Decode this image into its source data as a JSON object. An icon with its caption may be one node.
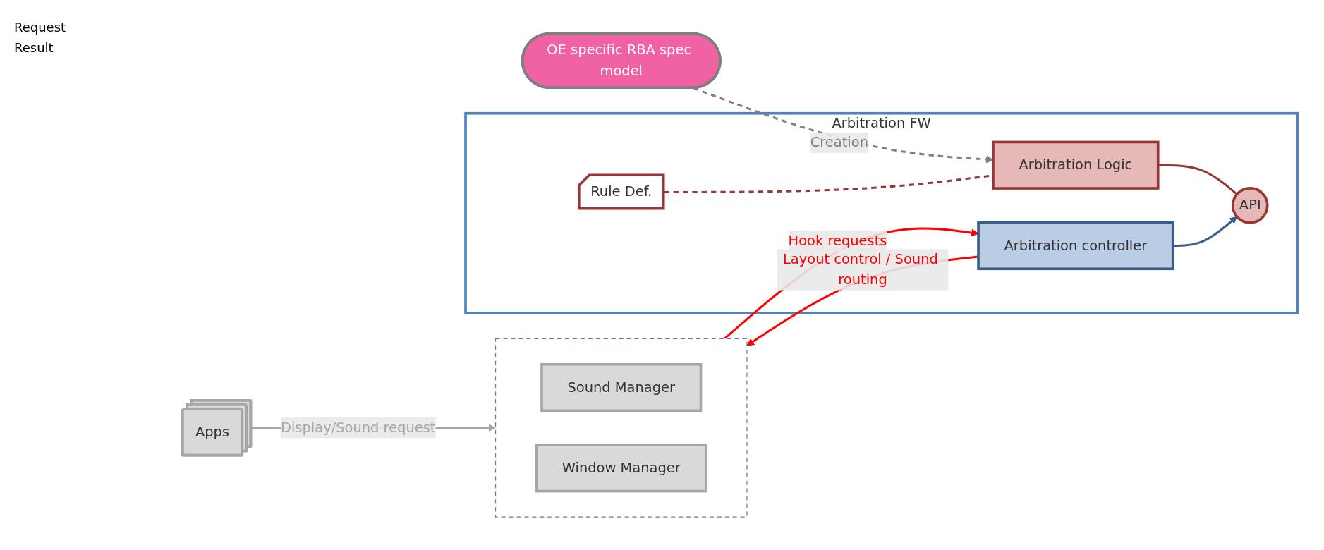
{
  "diagram": {
    "nodes": [
      {
        "text": [
          "OE specific RBA spec model"
        ]
      },
      {
        "text": [
          "Arbitration FW"
        ]
      },
      {
        "text": [
          "Rule Def."
        ],
        "in": 1
      },
      {
        "text": [
          "Arbitration Logic"
        ],
        "in": 1
      },
      {
        "text": [
          "API"
        ],
        "in": 1
      },
      {
        "text": [
          "Arbitration controller"
        ],
        "in": 1
      },
      {
        "text": [
          "Apps"
        ]
      },
      {
        "text": [],
        "shape": "box"
      },
      {
        "text": [
          "Sound Manager"
        ],
        "in": 7
      },
      {
        "text": [
          "Window Manager"
        ],
        "in": 7
      }
    ],
    "edges": [
      {
        "from": 0,
        "to": 3,
        "arrow": "to",
        "label": "Creation",
        "style": "dashed",
        "color": "#7f7f7f"
      },
      {
        "from": 2,
        "to": 3,
        "arrow": "none",
        "style": "dashed",
        "color": "#953735"
      },
      {
        "from": 3,
        "to": 4,
        "arrow": "none",
        "color": "#953735"
      },
      {
        "from": 5,
        "to": 4,
        "arrow": "to",
        "color": "#3a5f8f"
      },
      {
        "from": 7,
        "to": 5,
        "arrow": "to",
        "label": "Hook requests",
        "color": "#ff0000"
      },
      {
        "from": 5,
        "to": 7,
        "arrow": "to",
        "label": "Layout control / Sound routing",
        "color": "#ff0000"
      },
      {
        "from": 6,
        "to": 7,
        "arrow": "to",
        "label": "Display/Sound request",
        "color": "#a6a6a6"
      }
    ],
    "labels": [
      "Request",
      "Result"
    ]
  }
}
